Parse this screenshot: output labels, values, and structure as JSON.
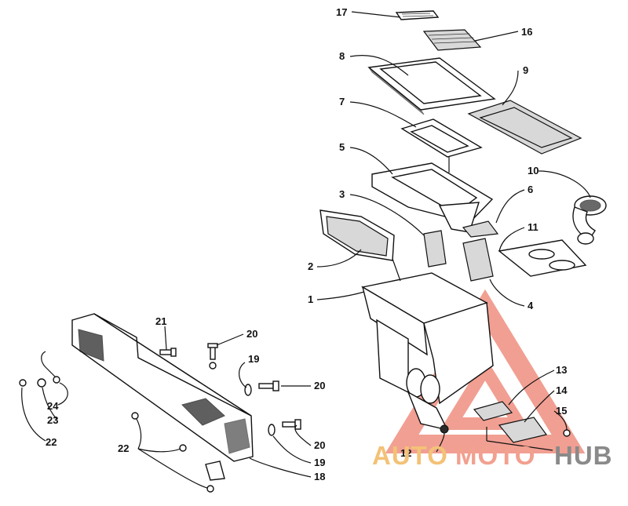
{
  "callouts": [
    {
      "id": "17",
      "text": "17"
    },
    {
      "id": "16",
      "text": "16"
    },
    {
      "id": "8",
      "text": "8"
    },
    {
      "id": "9",
      "text": "9"
    },
    {
      "id": "7",
      "text": "7"
    },
    {
      "id": "5",
      "text": "5"
    },
    {
      "id": "10",
      "text": "10"
    },
    {
      "id": "3",
      "text": "3"
    },
    {
      "id": "6",
      "text": "6"
    },
    {
      "id": "11",
      "text": "11"
    },
    {
      "id": "2",
      "text": "2"
    },
    {
      "id": "1",
      "text": "1"
    },
    {
      "id": "4",
      "text": "4"
    },
    {
      "id": "21",
      "text": "21"
    },
    {
      "id": "20a",
      "text": "20"
    },
    {
      "id": "19a",
      "text": "19"
    },
    {
      "id": "20b",
      "text": "20"
    },
    {
      "id": "24",
      "text": "24"
    },
    {
      "id": "23",
      "text": "23"
    },
    {
      "id": "22a",
      "text": "22"
    },
    {
      "id": "13",
      "text": "13"
    },
    {
      "id": "14",
      "text": "14"
    },
    {
      "id": "15",
      "text": "15"
    },
    {
      "id": "22b",
      "text": "22"
    },
    {
      "id": "12",
      "text": "12"
    },
    {
      "id": "20c",
      "text": "20"
    },
    {
      "id": "19b",
      "text": "19"
    },
    {
      "id": "18",
      "text": "18"
    }
  ],
  "watermark": {
    "part1": "AUTO",
    "part2": "MOTO",
    "part3": "HUB",
    "color_auto": "#f3c277",
    "color_moto": "#f2a08f",
    "color_hub": "#8a8a8a",
    "triangle_color": "#ef8f7f"
  }
}
